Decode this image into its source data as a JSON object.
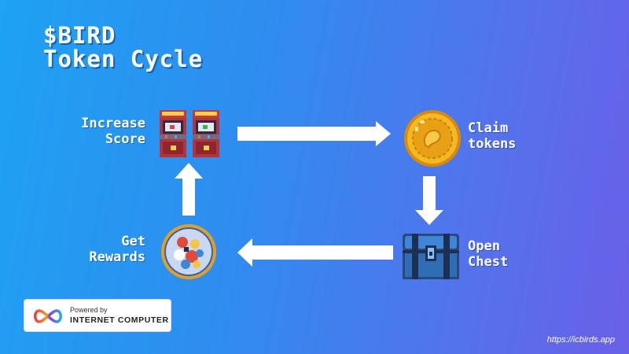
{
  "title": {
    "line1": "$BIRD",
    "line2": "Token Cycle"
  },
  "steps": {
    "increase_score": {
      "line1": "Increase",
      "line2": "Score",
      "icon": "arcade-machines-icon"
    },
    "claim_tokens": {
      "line1": "Claim",
      "line2": "tokens",
      "icon": "gold-coin-icon"
    },
    "open_chest": {
      "line1": "Open",
      "line2": "Chest",
      "icon": "treasure-chest-icon"
    },
    "get_rewards": {
      "line1": "Get",
      "line2": "Rewards",
      "icon": "rewards-badge-icon"
    }
  },
  "badge": {
    "small_text": "Powered by",
    "big_text": "INTERNET COMPUTER",
    "icon": "infinity-logo-icon"
  },
  "footer": {
    "url": "https://icbirds.app"
  },
  "colors": {
    "background_start": "#1ea2f2",
    "background_end": "#6a5fe8",
    "arrow": "#ffffff"
  }
}
